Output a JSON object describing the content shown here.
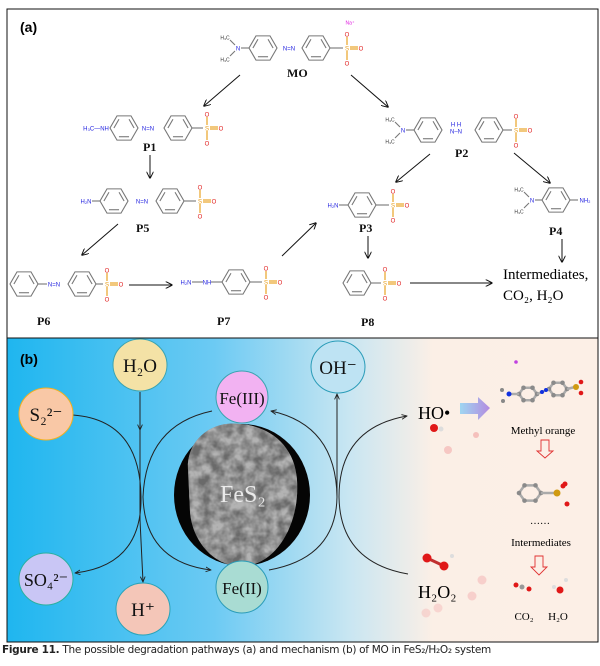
{
  "panel_a": {
    "label": "(a)",
    "compounds": {
      "MO": "MO",
      "P1": "P1",
      "P2": "P2",
      "P3": "P3",
      "P4": "P4",
      "P5": "P5",
      "P6": "P6",
      "P7": "P7",
      "P8": "P8"
    },
    "products_line1": "Intermediates,",
    "products_line2": "CO₂, H₂O"
  },
  "atoms": {
    "N": "N",
    "NN": "N=N",
    "HNNH": "N–N",
    "H": "H",
    "S": "S",
    "O": "O",
    "H3C": "H₃C",
    "H3CNH": "H₃C—NH",
    "H2N": "H₂N",
    "NH2": "NH₂",
    "NH": "NH",
    "Na": "Na⁺"
  },
  "panel_b": {
    "label": "(b)",
    "species": {
      "H2O": "H₂O",
      "S2": "S₂²⁻",
      "FeIII": "Fe(III)",
      "OH": "OH⁻",
      "SO4": "SO₄²⁻",
      "H": "H⁺",
      "FeII": "Fe(II)",
      "FeS2": "FeS₂",
      "HO_radical": "HO•",
      "H2O2": "H₂O₂"
    },
    "methyl_orange": "Methyl orange",
    "dots": "……",
    "intermediates": "Intermediates",
    "co2": "CO₂",
    "h2o": "H₂O",
    "colors": {
      "bg_left": "#1fb6ef",
      "bg_right": "#fcefe6",
      "h2o": "#f4e2a6",
      "s2": "#f9c8a6",
      "fe3": "#f2b2f2",
      "oh": "#bee3f3",
      "so4": "#c9c6f5",
      "hplus": "#f4c6b8",
      "fe2": "#a9dcd3"
    }
  },
  "caption": {
    "label": "Figure 11.",
    "text": " The possible degradation pathways (a) and mechanism (b) of MO in FeS₂/H₂O₂ system"
  }
}
